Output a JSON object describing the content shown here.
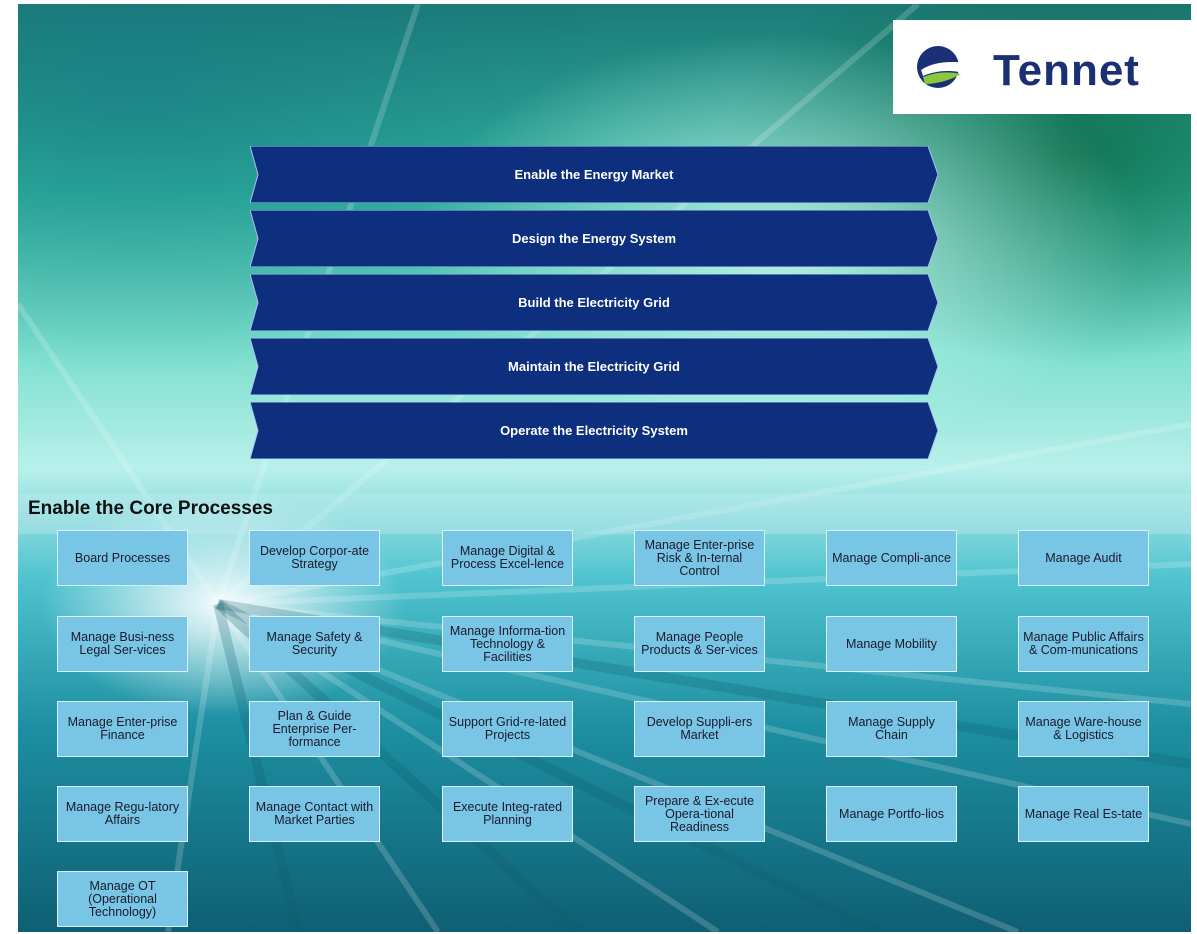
{
  "brand": {
    "name": "TenneT",
    "wordmark": "Tennet"
  },
  "primary_processes": [
    "Enable the Energy Market",
    "Design the Energy System",
    "Build the Electricity Grid",
    "Maintain the Electricity Grid",
    "Operate the Electricity System"
  ],
  "enabling_section": {
    "title": "Enable the Core Processes"
  },
  "enabling_processes": [
    [
      "Board Processes",
      "Develop Corpor-ate Strategy",
      "Manage Digital & Process Excel-lence",
      "Manage Enter-prise Risk & In-ternal Control",
      "Manage Compli-ance",
      "Manage Audit"
    ],
    [
      "Manage Busi-ness Legal Ser-vices",
      "Manage Safety & Security",
      "Manage Informa-tion Technology & Facilities",
      "Manage People Products & Ser-vices",
      "Manage Mobility",
      "Manage Public Affairs & Com-munications"
    ],
    [
      "Manage Enter-prise Finance",
      "Plan & Guide Enterprise Per-formance",
      "Support Grid-re-lated Projects",
      "Develop Suppli-ers Market",
      "Manage Supply Chain",
      "Manage Ware-house & Logistics"
    ],
    [
      "Manage Regu-latory Affairs",
      "Manage Contact with Market Parties",
      "Execute Integ-rated Planning",
      "Prepare & Ex-ecute Opera-tional Readiness",
      "Manage Portfo-lios",
      "Manage Real Es-tate"
    ],
    [
      "Manage OT (Operational Technology)"
    ]
  ],
  "colors": {
    "chevron_fill": "#0d2f7e",
    "box_fill": "#79c5e6",
    "logo_navy": "#1b2f74",
    "logo_green": "#8cc63f"
  }
}
